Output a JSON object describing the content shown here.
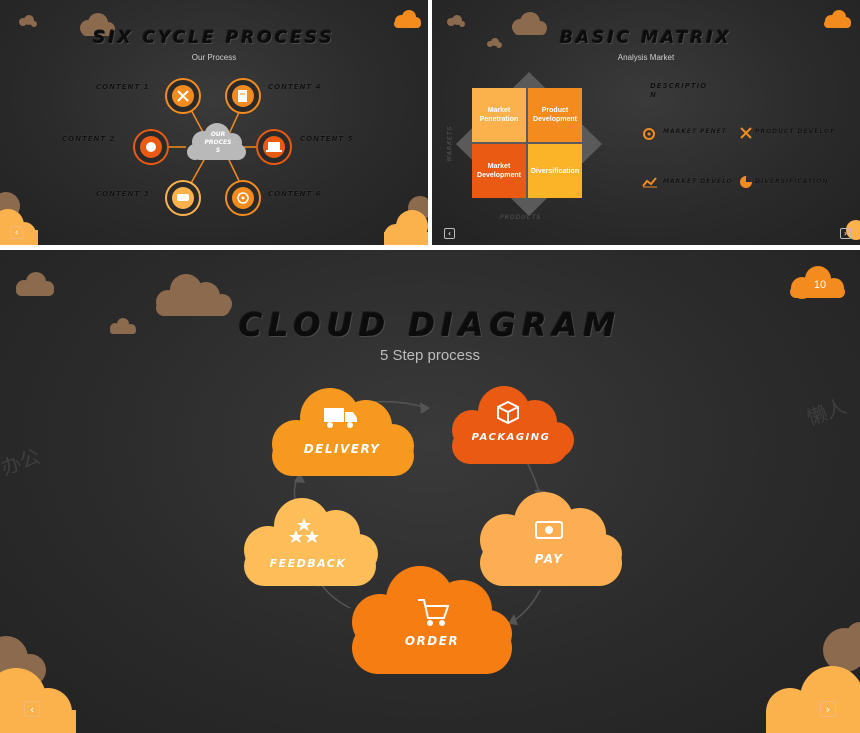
{
  "colors": {
    "accent_orange": "#f38b1f",
    "deep_orange": "#ea5a12",
    "light_orange": "#fbb24d",
    "pale_orange": "#fdc06a",
    "brown_cloud": "#8c6a4e",
    "background": "#2b2b2b"
  },
  "slide_a": {
    "title": "SIX CYCLE PROCESS",
    "subtitle": "Our Process",
    "badge": "",
    "center_label_1": "OUR",
    "center_label_2": "PROCES",
    "center_label_3": "S",
    "contents": [
      {
        "label": "CONTENT 1",
        "icon": "tools-icon"
      },
      {
        "label": "CONTENT 2",
        "icon": "pie-chart-icon"
      },
      {
        "label": "CONTENT 3",
        "icon": "chat-icon"
      },
      {
        "label": "CONTENT 4",
        "icon": "book-icon"
      },
      {
        "label": "CONTENT 5",
        "icon": "laptop-icon"
      },
      {
        "label": "CONTENT 6",
        "icon": "target-icon"
      }
    ],
    "nav_left": "‹"
  },
  "slide_b": {
    "title": "BASIC MATRIX",
    "subtitle": "Analysis Market",
    "badge": "",
    "matrix": {
      "top_left": "Market Penetration",
      "top_right": "Product Development",
      "bottom_left": "Market Development",
      "bottom_right": "Diversification",
      "bottom_axis": "PRODUCTS",
      "side_axis": "MARKETS"
    },
    "description_title": "DESCRIPTIO",
    "description_sub": "N",
    "legend": [
      {
        "label": "MARKET PENET",
        "icon": "target-icon"
      },
      {
        "label": "PRODUCT DEVELOP",
        "icon": "tools-icon"
      },
      {
        "label": "MARKET DEVELO",
        "icon": "growth-chart-icon"
      },
      {
        "label": "DIVERSIFICATION",
        "icon": "pie-chart-icon"
      }
    ],
    "nav_left": "‹",
    "nav_right": "›"
  },
  "slide_c": {
    "title": "CLOUD DIAGRAM",
    "subtitle": "5 Step process",
    "badge": "10",
    "steps": [
      {
        "label": "DELIVERY",
        "icon": "truck-icon",
        "color": "#f7991f"
      },
      {
        "label": "PACKAGING",
        "icon": "box-icon",
        "color": "#ea5a12"
      },
      {
        "label": "FEEDBACK",
        "icon": "stars-icon",
        "color": "#fdbd58"
      },
      {
        "label": "PAY",
        "icon": "money-icon",
        "color": "#fdae52"
      },
      {
        "label": "ORDER",
        "icon": "cart-icon",
        "color": "#f57d12"
      }
    ],
    "watermark_1": "懒人",
    "watermark_2": "办公",
    "nav_left": "‹",
    "nav_right": "›"
  }
}
